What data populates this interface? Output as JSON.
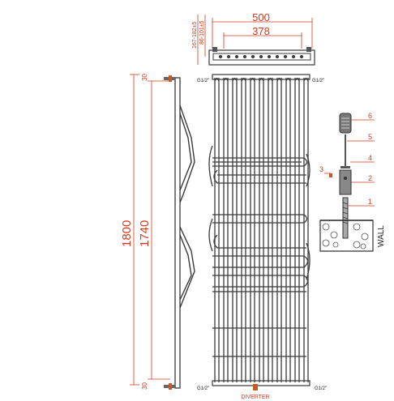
{
  "dimensions": {
    "total_width": "500",
    "inner_width": "378",
    "depth_outer": "167-182±5",
    "depth_inner": "86-101±5",
    "total_height": "1800",
    "inner_height": "1740",
    "top_offset": "30",
    "bottom_offset": "30"
  },
  "labels": {
    "connection_top_left": "G1/2\"",
    "connection_top_right": "G1/2\"",
    "connection_bottom_left": "G1/2\"",
    "connection_bottom_right": "G1/2\"",
    "diverter": "DIVERTER",
    "wall": "WALL"
  },
  "parts": [
    "1",
    "2",
    "3",
    "4",
    "5",
    "6"
  ],
  "colors": {
    "dimension": "#d23a1e",
    "line": "#3a3a3a"
  }
}
